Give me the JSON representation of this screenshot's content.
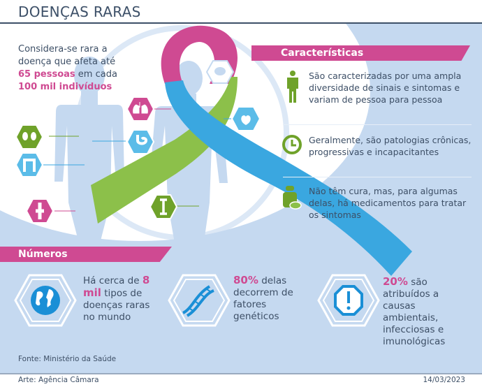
{
  "title": "DOENÇAS RARAS",
  "intro": {
    "line1": "Considera-se rara a",
    "line2": "doença que afeta até",
    "highlight1": "65 pessoas",
    "line3": " em cada",
    "highlight2": "100 mil indivíduos"
  },
  "organ_icons": [
    "brain-icon",
    "lungs-icon",
    "heart-icon",
    "kidneys-icon",
    "stomach-icon",
    "intestine-icon",
    "joint-icon",
    "bone-icon"
  ],
  "caracteristicas": {
    "heading": "Características",
    "items": [
      {
        "icon": "person-icon",
        "text": "São caracterizadas por uma ampla diversidade de sinais e sintomas e variam de pessoa para pessoa"
      },
      {
        "icon": "clock-icon",
        "text": "Geralmente, são patologias crônicas, progressivas e incapacitantes"
      },
      {
        "icon": "medicine-icon",
        "text": "Não têm cura, mas, para algumas delas, há medicamentos para tratar os sintomas"
      }
    ]
  },
  "numeros": {
    "heading": "Números",
    "items": [
      {
        "icon": "globe-icon",
        "pre": "Há cerca de",
        "highlight": "8 mil",
        "post": " tipos de doenças raras no mundo"
      },
      {
        "icon": "dna-icon",
        "pre": "",
        "highlight": "80%",
        "post": " delas decorrem de fatores genéticos"
      },
      {
        "icon": "warning-icon",
        "pre": "",
        "highlight": "20%",
        "post": " são atribuídos a causas ambientais, infecciosas e imunológicas"
      }
    ]
  },
  "source": "Fonte: Ministério da Saúde",
  "credit": "Arte: Agência Câmara",
  "date": "14/03/2023",
  "colors": {
    "pink": "#cf4a92",
    "green": "#6fa22a",
    "blue": "#3aa7e0",
    "background": "#c5d9f0",
    "text": "#3d4f66"
  }
}
